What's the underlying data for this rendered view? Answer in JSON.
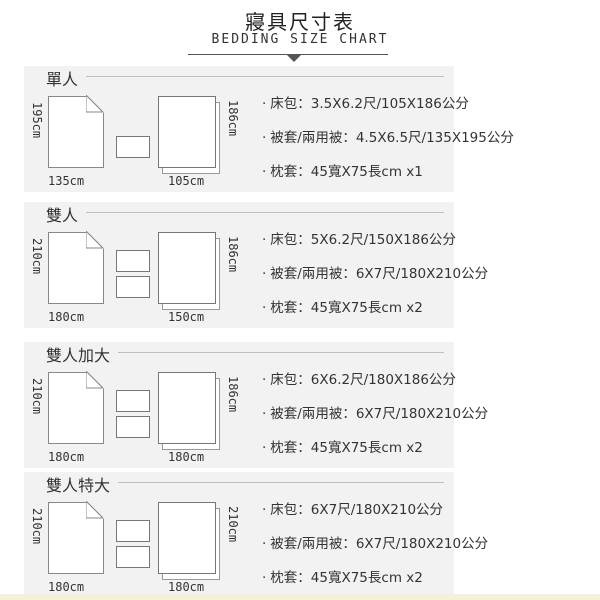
{
  "header": {
    "title": "寢具尺寸表",
    "subtitle": "BEDDING SIZE CHART"
  },
  "sections": [
    {
      "label": "單人",
      "duvet_height": "195cm",
      "duvet_width": "135cm",
      "sheet_length": "186cm",
      "sheet_width": "105cm",
      "pillows": 1,
      "specs": [
        "床包：3.5X6.2尺/105X186公分",
        "被套/兩用被：4.5X6.5尺/135X195公分",
        "枕套：45寬X75長cm x1"
      ]
    },
    {
      "label": "雙人",
      "duvet_height": "210cm",
      "duvet_width": "180cm",
      "sheet_length": "186cm",
      "sheet_width": "150cm",
      "pillows": 2,
      "specs": [
        "床包：5X6.2尺/150X186公分",
        "被套/兩用被：6X7尺/180X210公分",
        "枕套：45寬X75長cm x2"
      ]
    },
    {
      "label": "雙人加大",
      "duvet_height": "210cm",
      "duvet_width": "180cm",
      "sheet_length": "186cm",
      "sheet_width": "180cm",
      "pillows": 2,
      "specs": [
        "床包：6X6.2尺/180X186公分",
        "被套/兩用被：6X7尺/180X210公分",
        "枕套：45寬X75長cm x2"
      ]
    },
    {
      "label": "雙人特大",
      "duvet_height": "210cm",
      "duvet_width": "180cm",
      "sheet_length": "210cm",
      "sheet_width": "180cm",
      "pillows": 2,
      "specs": [
        "床包：6X7尺/180X210公分",
        "被套/兩用被：6X7尺/180X210公分",
        "枕套：45寬X75長cm x2"
      ]
    }
  ],
  "bullet": "·"
}
